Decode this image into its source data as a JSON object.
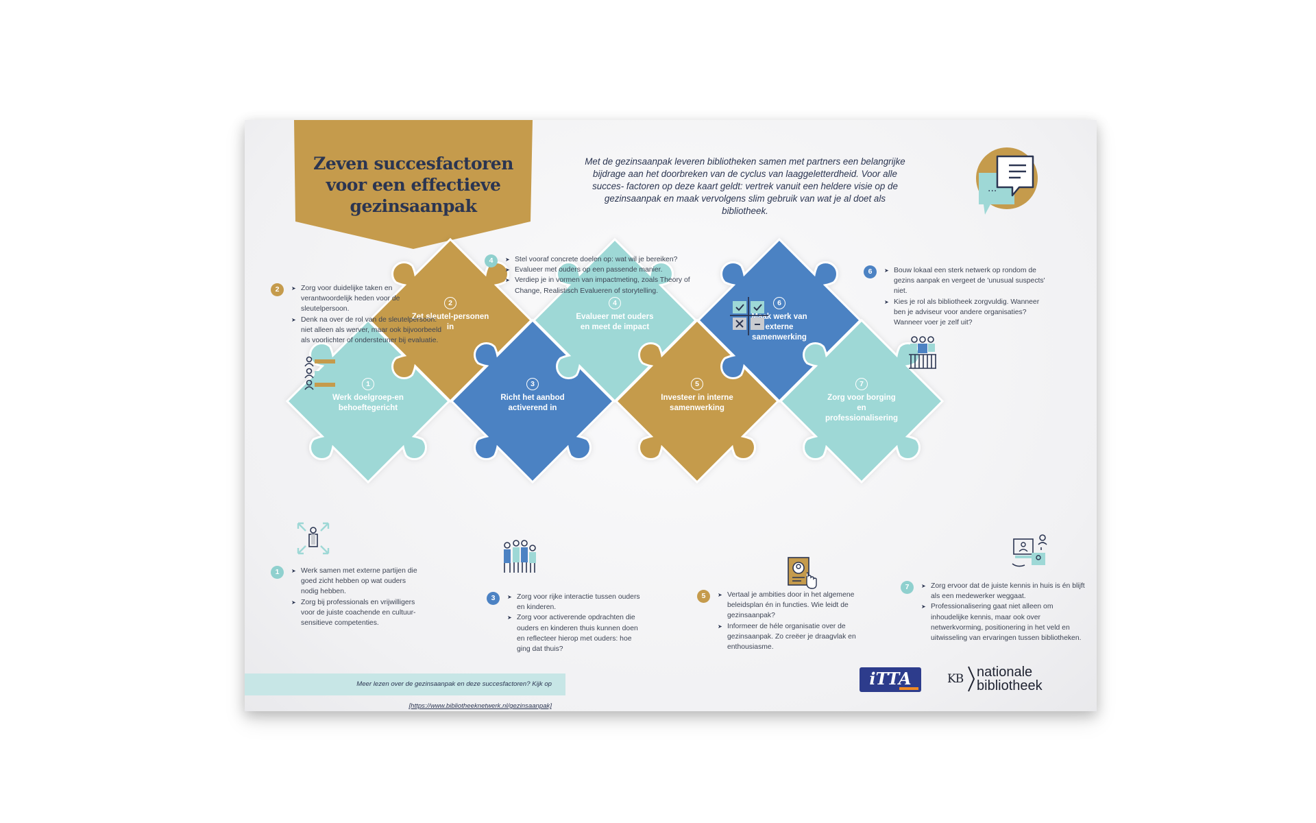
{
  "title": "Zeven succesfactoren voor een effectieve gezinsaanpak",
  "intro": "Met de gezinsaanpak leveren bibliotheken samen met partners een belangrijke bijdrage aan het doorbreken van de cyclus van laaggeletterdheid. Voor alle succes- factoren op deze kaart geldt: vertrek vanuit een heldere visie op de gezinsaanpak en maak vervolgens slim gebruik van wat je al doet als bibliotheek.",
  "colors": {
    "gold": "#c59b4c",
    "teal": "#9ed8d6",
    "blue": "#4c82c3",
    "navy": "#2b3551"
  },
  "pieces": [
    {
      "num": "1",
      "label": "Werk doelgroep-en behoeftegericht",
      "color": "teal"
    },
    {
      "num": "2",
      "label": "Zet sleutel-personen in",
      "color": "gold"
    },
    {
      "num": "3",
      "label": "Richt het aanbod activerend in",
      "color": "blue"
    },
    {
      "num": "4",
      "label": "Evalueer met ouders en meet de impact",
      "color": "teal"
    },
    {
      "num": "5",
      "label": "Investeer in interne samenwerking",
      "color": "gold"
    },
    {
      "num": "6",
      "label": "Maak werk van externe samenwerking",
      "color": "blue"
    },
    {
      "num": "7",
      "label": "Zorg voor borging en professionalisering",
      "color": "teal"
    }
  ],
  "info": [
    {
      "num": "1",
      "icon": "expand-person-icon",
      "bullets": [
        "Werk samen met externe partijen die goed zicht hebben op wat ouders nodig hebben.",
        "Zorg bij professionals en vrijwilligers voor de juiste coachende en cultuur-sensitieve competenties."
      ]
    },
    {
      "num": "2",
      "icon": "people-list-icon",
      "bullets": [
        "Zorg voor duidelijke taken en verantwoordelijk heden voor de sleutelpersoon.",
        "Denk na over de rol van de sleutelpersoon: niet alleen als werver, maar ook bijvoorbeeld als voorlichter of ondersteuner bij evaluatie."
      ]
    },
    {
      "num": "3",
      "icon": "family-icon",
      "bullets": [
        "Zorg voor rijke interactie tussen ouders en kinderen.",
        "Zorg voor activerende opdrachten die ouders en kinderen thuis kunnen doen en reflecteer hierop met ouders: hoe ging dat thuis?"
      ]
    },
    {
      "num": "4",
      "icon": "checklist-grid-icon",
      "bullets": [
        "Stel vooraf concrete doelen op: wat wil je bereiken?",
        "Evalueer met ouders op een passende manier.",
        "Verdiep je in vormen van impactmeting, zoals Theory of Change, Realistisch Evalueren of storytelling."
      ]
    },
    {
      "num": "5",
      "icon": "document-search-icon",
      "bullets": [
        "Vertaal je ambities door in het algemene beleidsplan én in functies. Wie leidt de gezinsaanpak?",
        "Informeer de héle organisatie over de gezinsaanpak. Zo creëer je draagvlak en enthousiasme."
      ]
    },
    {
      "num": "6",
      "icon": "network-people-icon",
      "bullets": [
        "Bouw lokaal een sterk netwerk op rondom de gezins aanpak en vergeet de 'unusual suspects' niet.",
        "Kies je rol als bibliotheek zorgvuldig. Wanneer ben je adviseur voor andere organisaties? Wanneer voer je zelf uit?"
      ]
    },
    {
      "num": "7",
      "icon": "knowledge-transfer-icon",
      "bullets": [
        "Zorg ervoor dat de juiste kennis in huis is én blijft als een medewerker weggaat.",
        "Professionalisering gaat niet alleen om inhoudelijke kennis, maar ook over netwerkvorming, positionering in het veld en uitwisseling van ervaringen tussen bibliotheken."
      ]
    }
  ],
  "footer": {
    "text": "Meer lezen over de gezinsaanpak en deze succesfactoren? Kijk op ",
    "url": "[https://www.bibliotheeknetwerk.nl/gezinsaanpak]"
  },
  "logos": {
    "itta": "iTTA",
    "kb_mark": "KB",
    "kb_line1": "nationale",
    "kb_line2": "bibliotheek"
  }
}
